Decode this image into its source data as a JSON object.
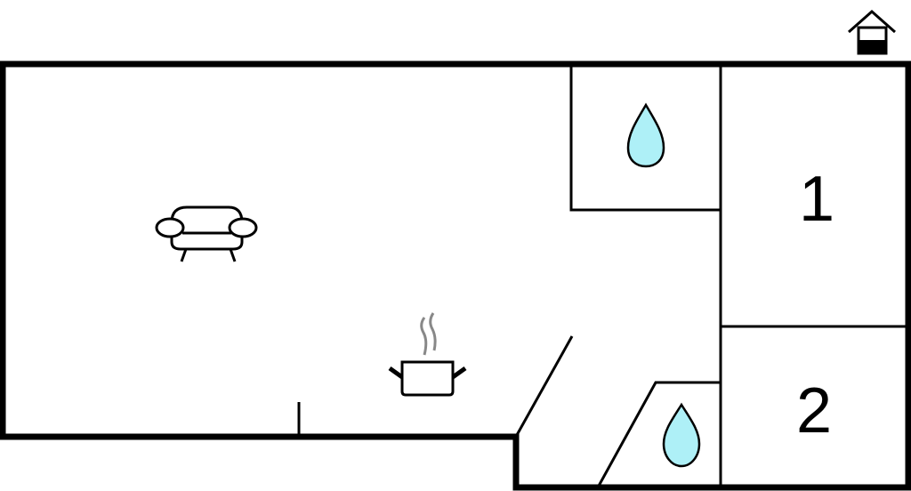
{
  "floorplan": {
    "rooms": [
      {
        "label": "1",
        "type": "bedroom"
      },
      {
        "label": "2",
        "type": "bedroom"
      }
    ],
    "icons": [
      "house-level-icon",
      "sofa-icon",
      "cooking-pot-icon",
      "water-drop-icon",
      "water-drop-icon"
    ]
  },
  "colors": {
    "wall": "#000000",
    "water": "#aef0f7",
    "steam": "#888888"
  }
}
